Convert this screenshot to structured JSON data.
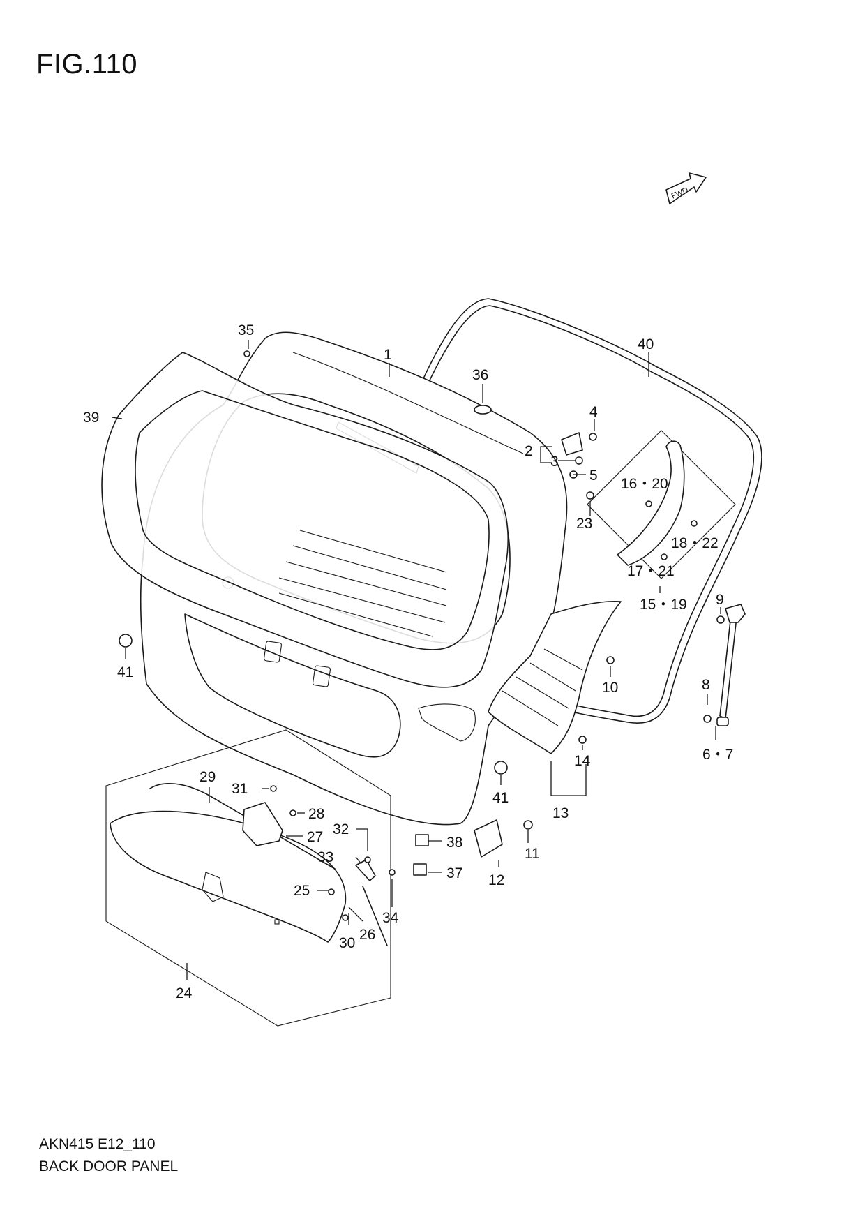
{
  "figure": {
    "title": "FIG.110",
    "code": "AKN415 E12_110",
    "name": "BACK DOOR PANEL",
    "direction_label": "FWD"
  },
  "callouts": [
    {
      "id": "c1",
      "label": "1"
    },
    {
      "id": "c2",
      "label": "2"
    },
    {
      "id": "c3",
      "label": "3"
    },
    {
      "id": "c4",
      "label": "4"
    },
    {
      "id": "c5",
      "label": "5"
    },
    {
      "id": "c6_7",
      "label": "6・7"
    },
    {
      "id": "c8",
      "label": "8"
    },
    {
      "id": "c9",
      "label": "9"
    },
    {
      "id": "c10",
      "label": "10"
    },
    {
      "id": "c11",
      "label": "11"
    },
    {
      "id": "c12",
      "label": "12"
    },
    {
      "id": "c13",
      "label": "13"
    },
    {
      "id": "c14",
      "label": "14"
    },
    {
      "id": "c15_19",
      "label": "15・19"
    },
    {
      "id": "c16_20",
      "label": "16・20"
    },
    {
      "id": "c17_21",
      "label": "17・21"
    },
    {
      "id": "c18_22",
      "label": "18・22"
    },
    {
      "id": "c23",
      "label": "23"
    },
    {
      "id": "c24",
      "label": "24"
    },
    {
      "id": "c25",
      "label": "25"
    },
    {
      "id": "c26",
      "label": "26"
    },
    {
      "id": "c27",
      "label": "27"
    },
    {
      "id": "c28",
      "label": "28"
    },
    {
      "id": "c29",
      "label": "29"
    },
    {
      "id": "c30",
      "label": "30"
    },
    {
      "id": "c31",
      "label": "31"
    },
    {
      "id": "c32",
      "label": "32"
    },
    {
      "id": "c33",
      "label": "33"
    },
    {
      "id": "c34",
      "label": "34"
    },
    {
      "id": "c35",
      "label": "35"
    },
    {
      "id": "c36",
      "label": "36"
    },
    {
      "id": "c37",
      "label": "37"
    },
    {
      "id": "c38",
      "label": "38"
    },
    {
      "id": "c39",
      "label": "39"
    },
    {
      "id": "c40",
      "label": "40"
    },
    {
      "id": "c41a",
      "label": "41"
    },
    {
      "id": "c41b",
      "label": "41"
    }
  ]
}
